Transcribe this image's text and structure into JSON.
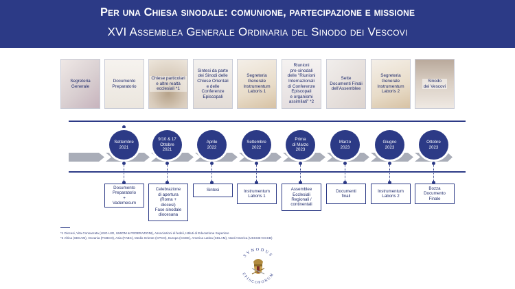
{
  "header": {
    "title": "Per una Chiesa sinodale: comunione, partecipazione e missione",
    "subtitle": "XVI Assemblea Generale Ordinaria del Sinodo dei Vescovi"
  },
  "stages": [
    {
      "label": "Segreteria\nGenerale"
    },
    {
      "label": "Documento\nPreparatorio"
    },
    {
      "label": "Chiese particolari\ne altre realtà\necclesiali *1"
    },
    {
      "label": "Sintesi da parte\ndei Sinodi delle\nChiese Orientali\ne delle\nConferenze\nEpiscopali"
    },
    {
      "label": "Segreteria\nGenerale\nInstrumentum\nLaboris 1"
    },
    {
      "label": "Riunioni\npre-sinodali\ndelle \"Riunioni\nInternazionali\ndi Conferenze\nEpiscopali\ne organismi\nassimilati\" *2"
    },
    {
      "label": "Sette\nDocumenti Finali\ndell'Assemblee"
    },
    {
      "label": "Segreteria\nGenerale\nInstrumentum\nLaboris 2"
    },
    {
      "label": "Sinodo\ndei Vescovi"
    }
  ],
  "dates": [
    {
      "label": "Settembre\n2021"
    },
    {
      "label": "9/10 & 17\nOttobre\n2021"
    },
    {
      "label": "Aprile\n2022"
    },
    {
      "label": "Settembre\n2022"
    },
    {
      "label": "Prima\ndi Marzo\n2023"
    },
    {
      "label": "Marzo\n2023"
    },
    {
      "label": "Giugno\n2023"
    },
    {
      "label": "Ottobre\n2023"
    }
  ],
  "results": [
    {
      "label": "Documento\nPreparatorio\n+\nVademecum"
    },
    {
      "label": "Celebrazione\ndi apertura\n(Roma +\ndiocesi)\nFase sinodale\ndiocesana"
    },
    {
      "label": "Sintesi"
    },
    {
      "label": "Instrumentum\nLaboris 1"
    },
    {
      "label": "Assemblee\nEcclesiali\nRegionali /\ncontinentali"
    },
    {
      "label": "Documenti\nfinali"
    },
    {
      "label": "Instrumentum\nLaboris 2"
    },
    {
      "label": "Bozza\nDocumento\nFinale"
    }
  ],
  "footnotes": {
    "n1": "*1 Diocesi, Vita Consacrata (USG-UIG, UMIOM & FEDERAZIONI), Associazioni di fedeli, Istituti di Educazione Superiore",
    "n2": "*2 Africa (SECAM), Oceania (FCBCO), Asia (FABC), Medio Oriente (CPCO), Europa (CCEE), America Latina (CELAM), Nord America (USCCB+CCCB)"
  },
  "seal": {
    "top_text": "SYNODUS",
    "bottom_text": "EPISCOPORUM"
  },
  "colors": {
    "primary": "#2c3a86",
    "arrow": "#a9adb8",
    "white": "#ffffff"
  }
}
